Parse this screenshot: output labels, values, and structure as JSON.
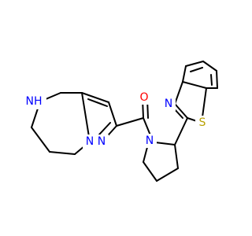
{
  "colors": {
    "background": "#ffffff",
    "bond": "#000000",
    "nitrogen": "#0000ff",
    "oxygen": "#ff0000",
    "sulfur": "#b8a000"
  },
  "atoms": {
    "amine": "NH",
    "pyrazole_n1": "N",
    "pyrazole_n2": "N",
    "carbonyl_oxygen": "O",
    "pyrrolidine_n": "N",
    "thiazole_n": "N",
    "thiazole_s": "S"
  }
}
